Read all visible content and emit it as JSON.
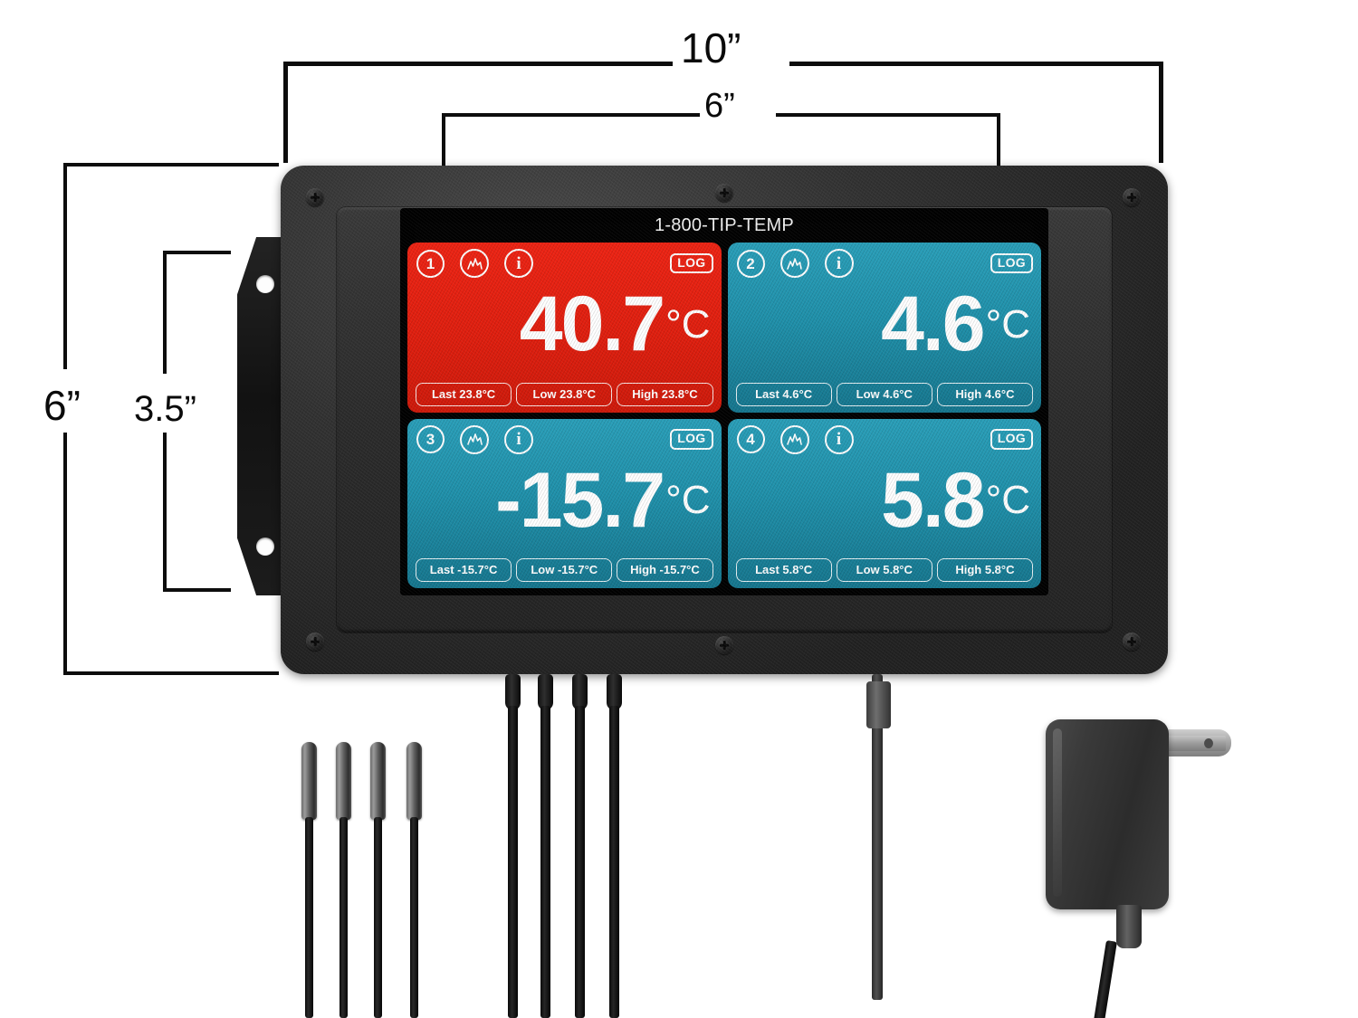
{
  "dimensions": {
    "overall_width": "10”",
    "screen_bezel_width": "6”",
    "overall_height": "6”",
    "screen_bezel_height": "3.5”"
  },
  "device": {
    "brand_text": "1-800-TIP-TEMP"
  },
  "colors": {
    "alarm_red": "#e01f0f",
    "normal_teal": "#2091ab",
    "screen_black": "#020202",
    "enclosure_gray": "#2b2b2b"
  },
  "icons": {
    "chart": "chart-icon",
    "info": "info-icon",
    "info_glyph": "i",
    "log_label": "LOG"
  },
  "panels": [
    {
      "channel": "1",
      "state": "alarm",
      "value": "40.7",
      "unit": "°C",
      "log_label": "LOG",
      "stats": [
        {
          "label": "Last 23.8°C"
        },
        {
          "label": "Low 23.8°C"
        },
        {
          "label": "High 23.8°C"
        }
      ]
    },
    {
      "channel": "2",
      "state": "normal",
      "value": "4.6",
      "unit": "°C",
      "log_label": "LOG",
      "stats": [
        {
          "label": "Last 4.6°C"
        },
        {
          "label": "Low 4.6°C"
        },
        {
          "label": "High 4.6°C"
        }
      ]
    },
    {
      "channel": "3",
      "state": "normal",
      "value": "-15.7",
      "unit": "°C",
      "log_label": "LOG",
      "stats": [
        {
          "label": "Last -15.7°C"
        },
        {
          "label": "Low -15.7°C"
        },
        {
          "label": "High -15.7°C"
        }
      ]
    },
    {
      "channel": "4",
      "state": "normal",
      "value": "5.8",
      "unit": "°C",
      "log_label": "LOG",
      "stats": [
        {
          "label": "Last 5.8°C"
        },
        {
          "label": "Low 5.8°C"
        },
        {
          "label": "High 5.8°C"
        }
      ]
    }
  ],
  "accessories": {
    "probe_count": 4,
    "power_adapter": "wall-plug-adapter"
  }
}
